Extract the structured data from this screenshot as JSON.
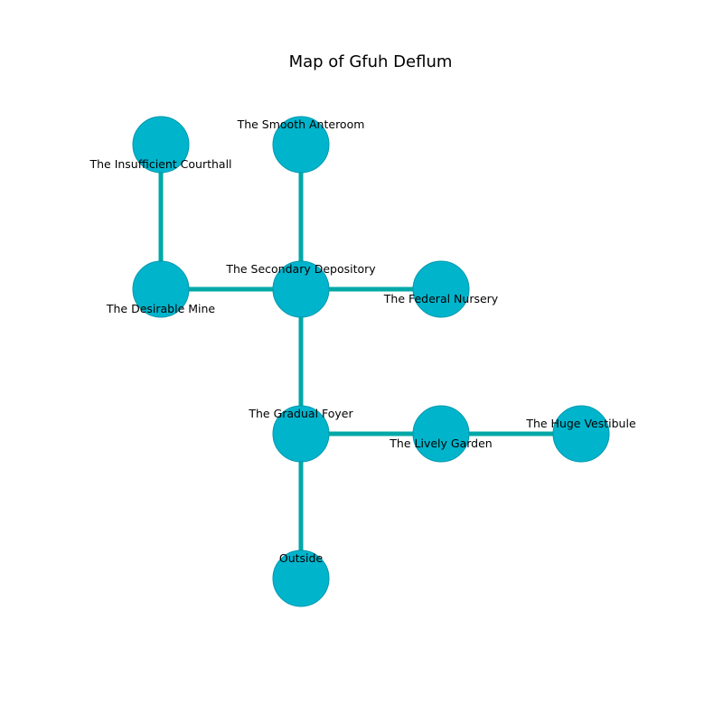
{
  "title": "Map of Gfuh Deflum",
  "colors": {
    "node_fill": "#00b4cc",
    "node_stroke": "#0098ad",
    "edge": "#00a8a8",
    "text": "#000000",
    "background": "#ffffff"
  },
  "rooms": [
    {
      "id": "insufficient-courthall",
      "label": "The Insufficient Courthall",
      "col": 0,
      "row": 0
    },
    {
      "id": "smooth-anteroom",
      "label": "The Smooth Anteroom",
      "col": 1,
      "row": 0
    },
    {
      "id": "desirable-mine",
      "label": "The Desirable Mine",
      "col": 0,
      "row": 1
    },
    {
      "id": "secondary-depository",
      "label": "The Secondary Depository",
      "col": 1,
      "row": 1
    },
    {
      "id": "federal-nursery",
      "label": "The Federal Nursery",
      "col": 2,
      "row": 1
    },
    {
      "id": "gradual-foyer",
      "label": "The Gradual Foyer",
      "col": 1,
      "row": 2
    },
    {
      "id": "lively-garden",
      "label": "The Lively Garden",
      "col": 2,
      "row": 2
    },
    {
      "id": "huge-vestibule",
      "label": "The Huge Vestibule",
      "col": 3,
      "row": 2
    },
    {
      "id": "outside",
      "label": "Outside",
      "col": 1,
      "row": 3
    }
  ],
  "corridors": [
    [
      "insufficient-courthall",
      "desirable-mine"
    ],
    [
      "desirable-mine",
      "secondary-depository"
    ],
    [
      "smooth-anteroom",
      "secondary-depository"
    ],
    [
      "secondary-depository",
      "federal-nursery"
    ],
    [
      "secondary-depository",
      "gradual-foyer"
    ],
    [
      "gradual-foyer",
      "lively-garden"
    ],
    [
      "lively-garden",
      "huge-vestibule"
    ],
    [
      "gradual-foyer",
      "outside"
    ]
  ]
}
